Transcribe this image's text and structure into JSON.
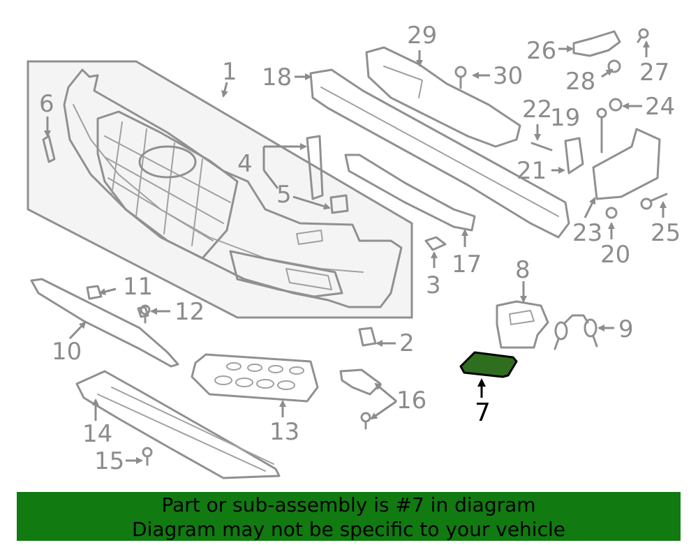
{
  "diagram": {
    "highlighted_part": "7",
    "highlight_color": "#2e6e1e",
    "callouts": [
      "1",
      "2",
      "3",
      "4",
      "5",
      "6",
      "7",
      "8",
      "9",
      "10",
      "11",
      "12",
      "13",
      "14",
      "15",
      "16",
      "17",
      "18",
      "19",
      "20",
      "21",
      "22",
      "23",
      "24",
      "25",
      "26",
      "27",
      "28",
      "29",
      "30"
    ]
  },
  "banner": {
    "line1": "Part or sub-assembly is #7 in diagram",
    "line2": "Diagram may not be specific to your vehicle",
    "background": "#117a11"
  }
}
